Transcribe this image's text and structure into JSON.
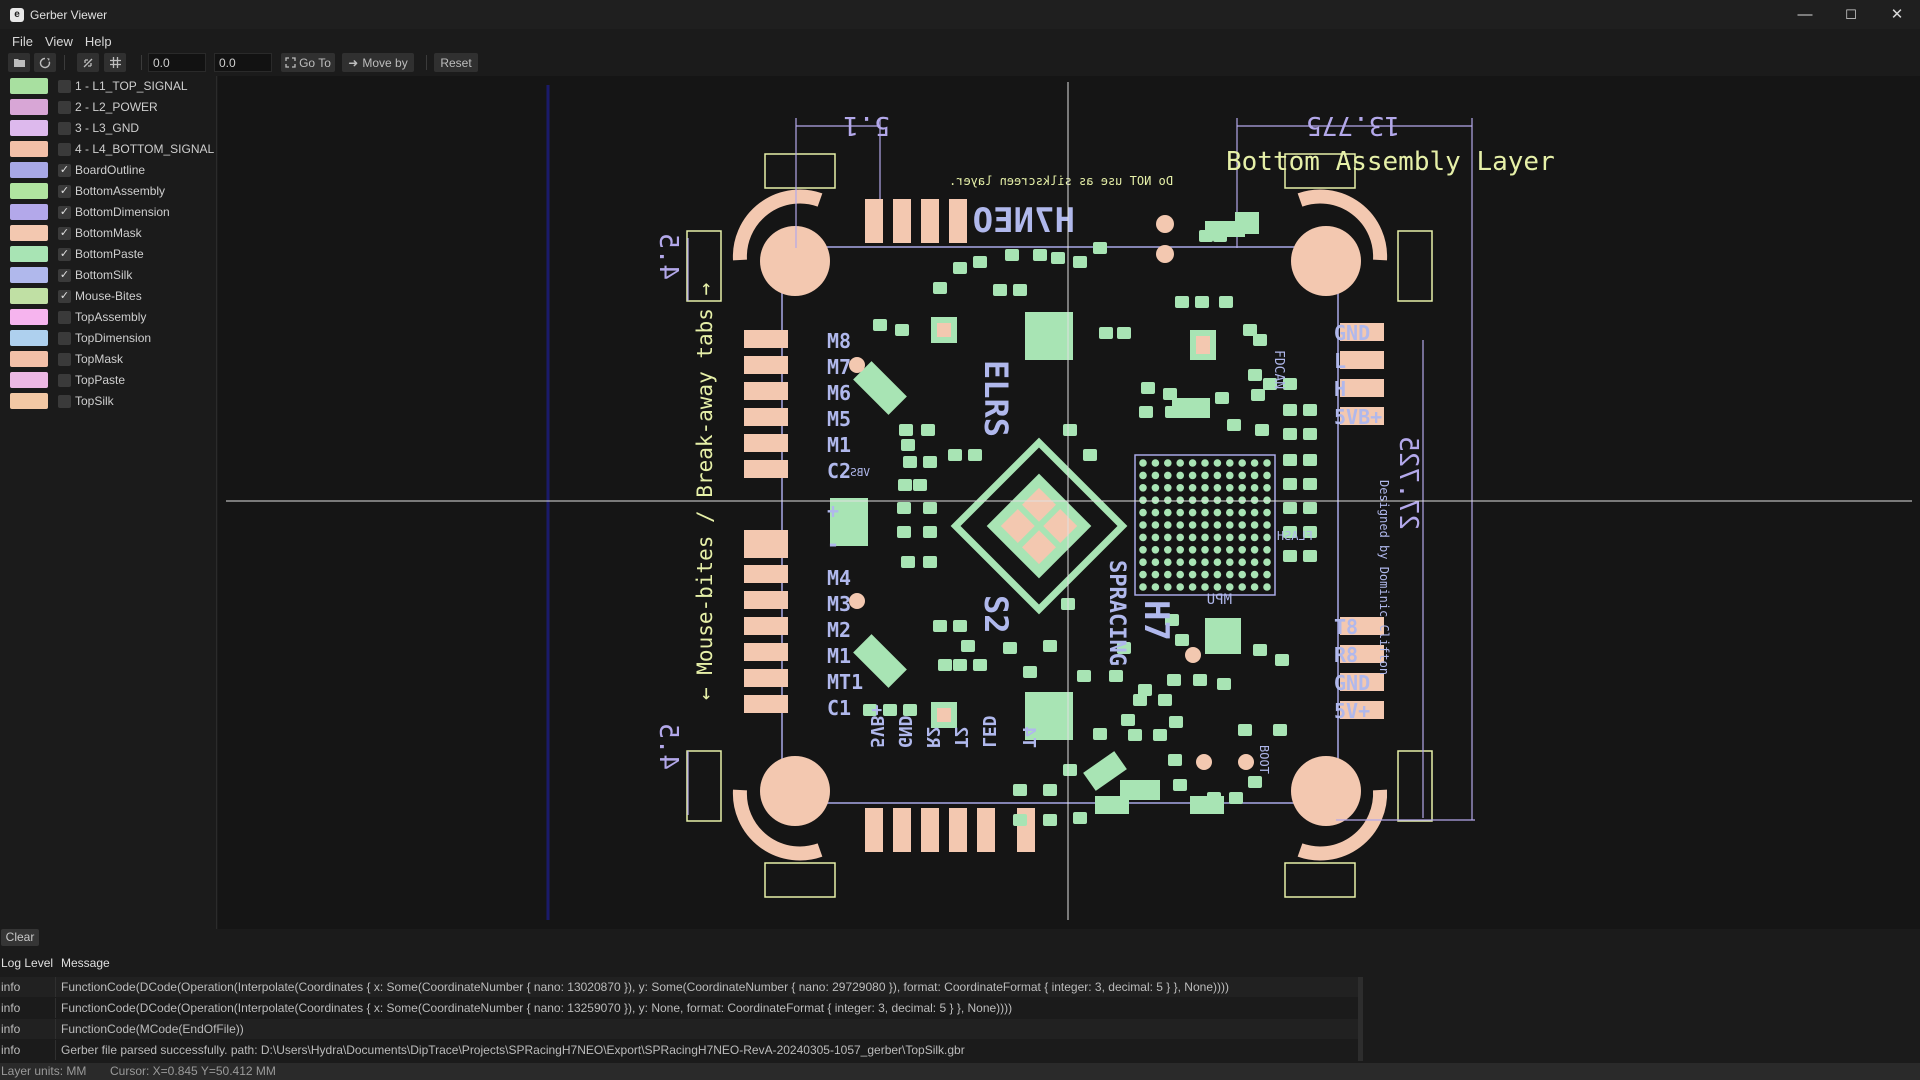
{
  "window": {
    "title": "Gerber Viewer",
    "icon_glyph": "e",
    "controls": {
      "minimize": "—",
      "maximize": "☐",
      "close": "✕"
    }
  },
  "menu": [
    "File",
    "View",
    "Help"
  ],
  "toolbar": {
    "open_icon": "folder-open-icon",
    "reload_icon": "reload-icon",
    "flip_icon": "flip-icon",
    "grid_icon": "grid-icon",
    "x_value": "0.0",
    "y_value": "0.0",
    "goto_label": "Go To",
    "moveby_label": "Move by",
    "reset_label": "Reset"
  },
  "layers": [
    {
      "name": "1 - L1_TOP_SIGNAL",
      "color": "#a8e0a0",
      "checked": false
    },
    {
      "name": "2 - L2_POWER",
      "color": "#d8a6d6",
      "checked": false
    },
    {
      "name": "3 - L3_GND",
      "color": "#ddb9ed",
      "checked": false
    },
    {
      "name": "4 - L4_BOTTOM_SIGNAL",
      "color": "#f3c0a8",
      "checked": false
    },
    {
      "name": "BoardOutline",
      "color": "#a8a8e6",
      "checked": true
    },
    {
      "name": "BottomAssembly",
      "color": "#b0e4a0",
      "checked": true
    },
    {
      "name": "BottomDimension",
      "color": "#b3a8ea",
      "checked": true
    },
    {
      "name": "BottomMask",
      "color": "#f3c8b0",
      "checked": true
    },
    {
      "name": "BottomPaste",
      "color": "#a8e4b4",
      "checked": true
    },
    {
      "name": "BottomSilk",
      "color": "#b0b8ec",
      "checked": true
    },
    {
      "name": "Mouse-Bites",
      "color": "#c0e0a4",
      "checked": true
    },
    {
      "name": "TopAssembly",
      "color": "#f6b4ee",
      "checked": false
    },
    {
      "name": "TopDimension",
      "color": "#aed0ee",
      "checked": false
    },
    {
      "name": "TopMask",
      "color": "#f3c0a8",
      "checked": false
    },
    {
      "name": "TopPaste",
      "color": "#ecb8e4",
      "checked": false
    },
    {
      "name": "TopSilk",
      "color": "#f3c8a4",
      "checked": false
    }
  ],
  "pcb": {
    "assembly_title": "Bottom Assembly Layer",
    "assembly_subtitle": "Do NOT use as silkscreen layer.",
    "dim_top_left": "5.1",
    "dim_top_right": "13.775",
    "dim_left_upper": "4.5",
    "dim_left_lower": "4.5",
    "dim_right": "27.725",
    "breakaway": "← Mouse-bites / Break-away tabs →",
    "brand": "H7NEO",
    "elrs": "ELRS",
    "s2": "S2",
    "racing": "SPRACING",
    "h7": "H7",
    "mpu": "MPU",
    "flash": "FLASH",
    "designer": "Designed by\nDominic Clifton",
    "left_labels": [
      "M8",
      "M7",
      "M6",
      "M5",
      "M1",
      "C2",
      "+",
      "-",
      "M4",
      "M3",
      "M2",
      "M1",
      "MT1",
      "C1"
    ],
    "right_labels_top": [
      "GND",
      "L",
      "H",
      "5VB+"
    ],
    "right_labels_bot": [
      "T8",
      "R8",
      "GND",
      "5V+"
    ],
    "bottom_labels": [
      "5VB+",
      "GND",
      "R2",
      "T2",
      "LED",
      "T4"
    ],
    "vbs": "VBS",
    "boot": "BOOT",
    "fdcan": "FDCAN",
    "colors": {
      "outline": "#a8a8e6",
      "assembly": "#e6f0a8",
      "mask": "#f3c8b0",
      "paste": "#a8e4b4",
      "silk": "#b0b8ec",
      "dimension": "#b3a8ea",
      "crosshair": "#e0e0e0",
      "origin_line": "#1a1a6a"
    }
  },
  "log": {
    "clear_label": "Clear",
    "col_level": "Log Level",
    "col_message": "Message",
    "rows": [
      {
        "level": "info",
        "message": "FunctionCode(DCode(Operation(Interpolate(Coordinates { x: Some(CoordinateNumber { nano: 13020870 }), y: Some(CoordinateNumber { nano: 29729080 }), format: CoordinateFormat { integer: 3, decimal: 5 } }, None))))"
      },
      {
        "level": "info",
        "message": "FunctionCode(DCode(Operation(Interpolate(Coordinates { x: Some(CoordinateNumber { nano: 13259070 }), y: None, format: CoordinateFormat { integer: 3, decimal: 5 } }, None))))"
      },
      {
        "level": "info",
        "message": "FunctionCode(MCode(EndOfFile))"
      },
      {
        "level": "info",
        "message": "Gerber file parsed successfully. path: D:\\Users\\Hydra\\Documents\\DipTrace\\Projects\\SPRacingH7NEO\\Export\\SPRacingH7NEO-RevA-20240305-1057_gerber\\TopSilk.gbr"
      }
    ]
  },
  "status": {
    "units": "Layer units: MM",
    "cursor": "Cursor: X=0.845 Y=50.412 MM"
  }
}
